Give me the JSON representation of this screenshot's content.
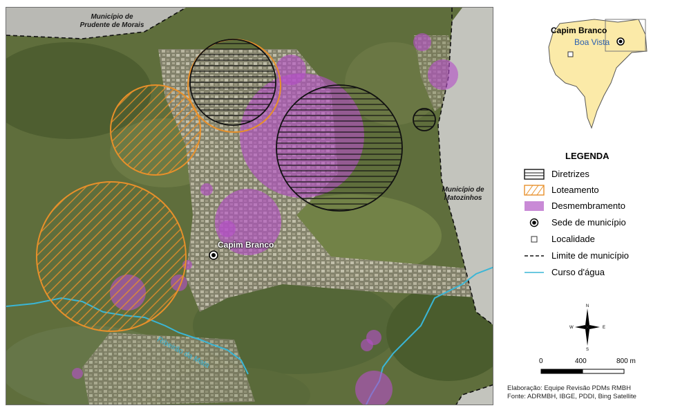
{
  "map": {
    "municipality_labels": {
      "prudente": [
        "Município de",
        "Prudente de Morais"
      ],
      "matozinhos": [
        "Município de",
        "Matozinhos"
      ]
    },
    "seat_label": "Capim Branco",
    "river_label": "Ribeirão da Mata"
  },
  "inset": {
    "seat_label": "Capim Branco",
    "locality_label": "Boa Vista"
  },
  "legend": {
    "title": "LEGENDA",
    "items": [
      {
        "label": "Diretrizes",
        "icon": "horizontal-hatch-box-icon"
      },
      {
        "label": "Loteamento",
        "icon": "diagonal-hatch-box-icon"
      },
      {
        "label": "Desmembramento",
        "icon": "purple-fill-box-icon"
      },
      {
        "label": "Sede de município",
        "icon": "seat-point-icon"
      },
      {
        "label": "Localidade",
        "icon": "locality-square-icon"
      },
      {
        "label": "Limite de município",
        "icon": "dashed-line-icon"
      },
      {
        "label": "Curso d'água",
        "icon": "water-line-icon"
      }
    ]
  },
  "north_arrow": {
    "n": "N",
    "s": "S",
    "e": "E",
    "w": "W"
  },
  "scale_bar": {
    "labels": [
      "0",
      "400",
      "800 m"
    ]
  },
  "credits": {
    "line1": "Elaboração: Equipe Revisão PDMs RMBH",
    "line2": "Fonte: ADRMBH, IBGE, PDDI, Bing Satellite"
  },
  "colors": {
    "diretrizes": "#111111",
    "loteamento": "#e8902a",
    "desmembramento": "#b44fc8",
    "water": "#3ab6d6",
    "inset_fill": "#fbeaa8"
  }
}
